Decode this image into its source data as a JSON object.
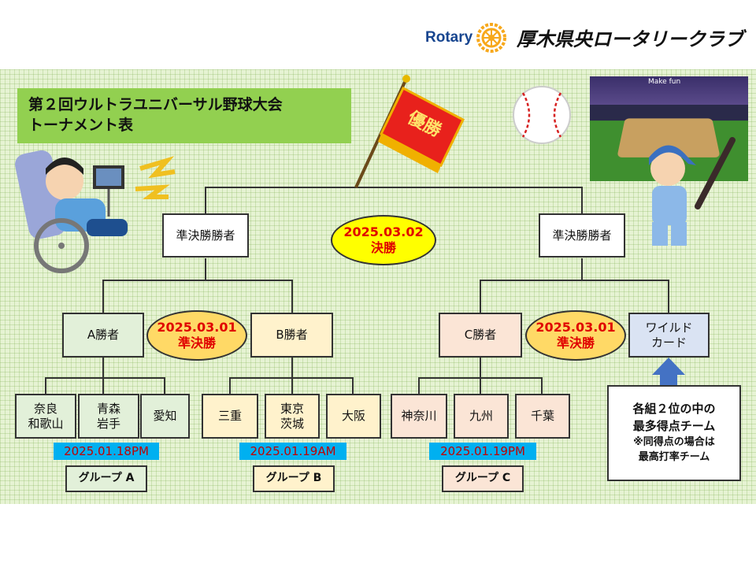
{
  "header": {
    "rotary_text": "Rotary",
    "club_name": "厚木県央ロータリークラブ"
  },
  "title": {
    "line1": "第２回ウルトラユニバーサル野球大会",
    "line2": "トーナメント表"
  },
  "flag_text": "優勝",
  "final": {
    "date": "2025.03.02",
    "label": "決勝"
  },
  "semi_left": {
    "date": "2025.03.01",
    "label": "準決勝"
  },
  "semi_right": {
    "date": "2025.03.01",
    "label": "準決勝"
  },
  "semifinal_winner_left": "準決勝勝者",
  "semifinal_winner_right": "準決勝勝者",
  "winners": {
    "a": "A勝者",
    "b": "B勝者",
    "c": "C勝者",
    "wild_line1": "ワイルド",
    "wild_line2": "カード"
  },
  "teams": {
    "nara_line1": "奈良",
    "nara_line2": "和歌山",
    "aomori_line1": "青森",
    "aomori_line2": "岩手",
    "aichi": "愛知",
    "mie": "三重",
    "tokyo_line1": "東京",
    "tokyo_line2": "茨城",
    "osaka": "大阪",
    "kanagawa": "神奈川",
    "kyushu": "九州",
    "chiba": "千葉"
  },
  "group_dates": {
    "a": "2025.01.18PM",
    "b": "2025.01.19AM",
    "c": "2025.01.19PM"
  },
  "groups": {
    "a": "グループ A",
    "b": "グループ B",
    "c": "グループ C"
  },
  "note": {
    "line1": "各組２位の中の",
    "line2": "最多得点チーム",
    "line3": "※同得点の場合は",
    "line4": "最高打率チーム"
  },
  "stadium_sign": "Make fun",
  "colors": {
    "group_a": "#e2f0d9",
    "group_b": "#fff2cc",
    "group_c": "#fbe5d6",
    "wildcard": "#dae3f3",
    "oval": "#ffff00",
    "oval_semi": "#ffd966",
    "date_tag": "#00b0f0",
    "title": "#92d050"
  }
}
